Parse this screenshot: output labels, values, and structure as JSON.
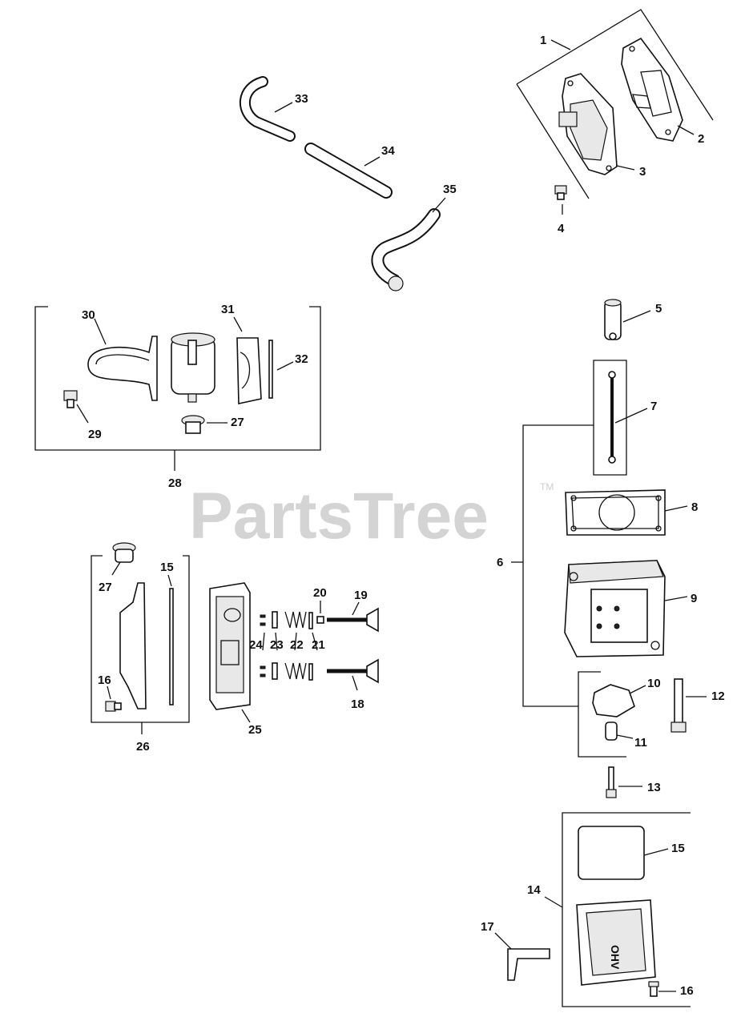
{
  "watermark": {
    "text": "PartsTree",
    "trademark": "TM"
  },
  "callouts": {
    "c1": "1",
    "c2": "2",
    "c3": "3",
    "c4": "4",
    "c5": "5",
    "c6": "6",
    "c7": "7",
    "c8": "8",
    "c9": "9",
    "c10": "10",
    "c11": "11",
    "c12": "12",
    "c13": "13",
    "c14": "14",
    "c15a": "15",
    "c15b": "15",
    "c16a": "16",
    "c16b": "16",
    "c17": "17",
    "c18": "18",
    "c19": "19",
    "c20": "20",
    "c21": "21",
    "c22": "22",
    "c23": "23",
    "c24": "24",
    "c25": "25",
    "c26": "26",
    "c27a": "27",
    "c27b": "27",
    "c28": "28",
    "c29": "29",
    "c30": "30",
    "c31": "31",
    "c32": "32",
    "c33": "33",
    "c34": "34",
    "c35": "35"
  },
  "valve_cover_emboss": "OHV"
}
